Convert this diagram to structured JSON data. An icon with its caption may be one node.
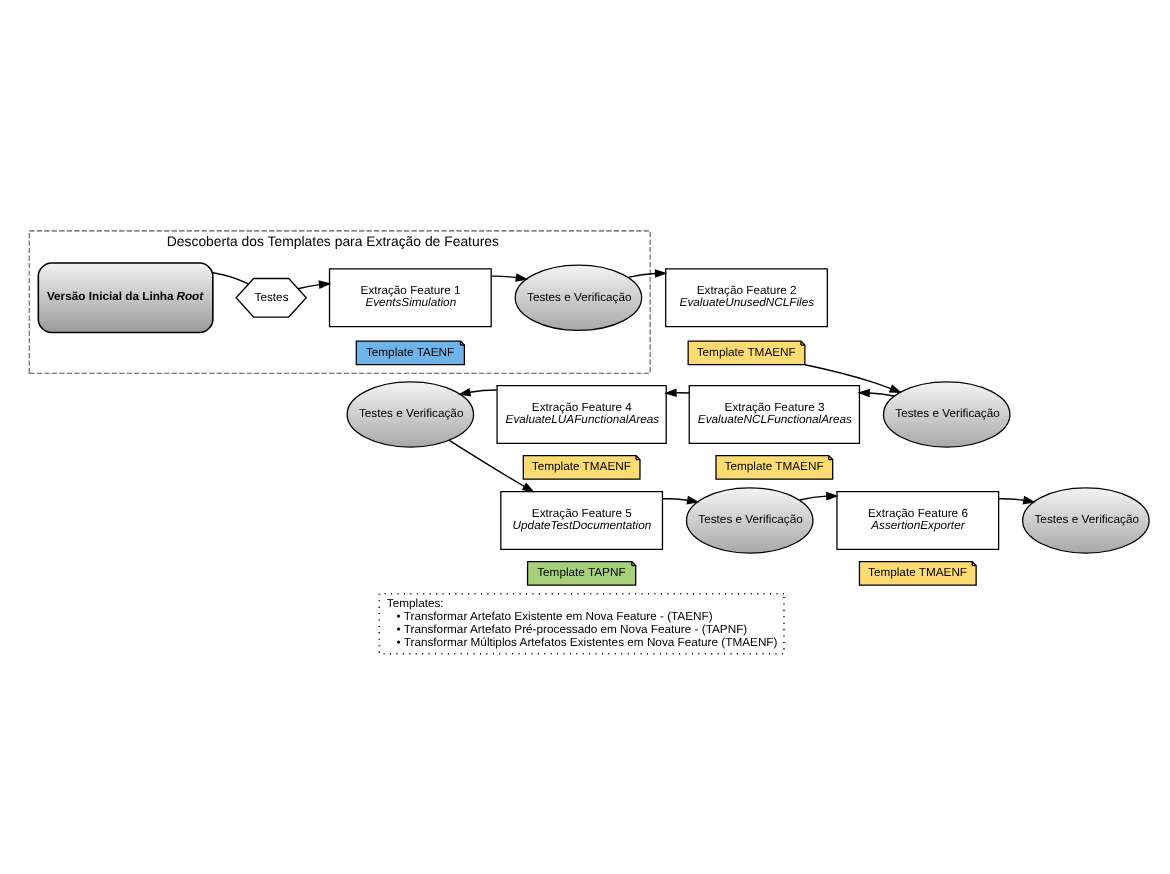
{
  "diagram": {
    "nodes": [
      {
        "text": [
          "Descoberta dos Templates para Extração de Features"
        ]
      },
      {
        "text": [
          "Versão Inicial da Linha *Root*"
        ],
        "in": 0
      },
      {
        "text": [
          "Testes"
        ],
        "in": 0
      },
      {
        "text": [
          "Extração Feature 1",
          "EventsSimulation"
        ],
        "in": 0
      },
      {
        "text": [
          "Template TAENF"
        ],
        "in": 0
      },
      {
        "text": [
          "Testes e Verificação"
        ],
        "in": 0
      },
      {
        "text": [
          "Extração Feature 2",
          "EvaluateUnusedNCLFiles"
        ]
      },
      {
        "text": [
          "Template TMAENF"
        ]
      },
      {
        "text": [
          "Testes e Verificação"
        ]
      },
      {
        "text": [
          "Extração Feature 3",
          "EvaluateNCLFunctionalAreas"
        ]
      },
      {
        "text": [
          "Template TMAENF"
        ]
      },
      {
        "text": [
          "Extração Feature 4",
          "EvaluateLUAFunctionalAreas"
        ]
      },
      {
        "text": [
          "Template TMAENF"
        ]
      },
      {
        "text": [
          "Testes e Verificação"
        ]
      },
      {
        "text": [
          "Extração Feature 5",
          "UpdateTestDocumentation"
        ]
      },
      {
        "text": [
          "Template TAPNF"
        ]
      },
      {
        "text": [
          "Testes e Verificação"
        ]
      },
      {
        "text": [
          "Extração Feature 6",
          "AssertionExporter"
        ]
      },
      {
        "text": [
          "Template TMAENF"
        ]
      },
      {
        "text": [
          "Testes e Verificação"
        ]
      },
      {
        "text": [
          "Templates:",
          "• Transformar Artefato Existente em Nova Feature - (TAENF)",
          "• Transformar Artefato Pré-processado em Nova Feature - (TAPNF)",
          "• Transformar Múltiplos Artefatos Existentes em Nova Feature (TMAENF)"
        ]
      }
    ],
    "edges": [
      {
        "from": 1,
        "to": 2,
        "arrow": "none"
      },
      {
        "from": 2,
        "to": 3,
        "arrow": "to"
      },
      {
        "from": 3,
        "to": 5,
        "arrow": "to"
      },
      {
        "from": 5,
        "to": 6,
        "arrow": "to"
      },
      {
        "from": 7,
        "to": 8,
        "arrow": "to"
      },
      {
        "from": 8,
        "to": 9,
        "arrow": "to"
      },
      {
        "from": 9,
        "to": 11,
        "arrow": "to"
      },
      {
        "from": 11,
        "to": 13,
        "arrow": "to"
      },
      {
        "from": 13,
        "to": 14,
        "arrow": "to"
      },
      {
        "from": 14,
        "to": 16,
        "arrow": "to"
      },
      {
        "from": 16,
        "to": 17,
        "arrow": "to"
      },
      {
        "from": 17,
        "to": 19,
        "arrow": "to"
      }
    ]
  }
}
